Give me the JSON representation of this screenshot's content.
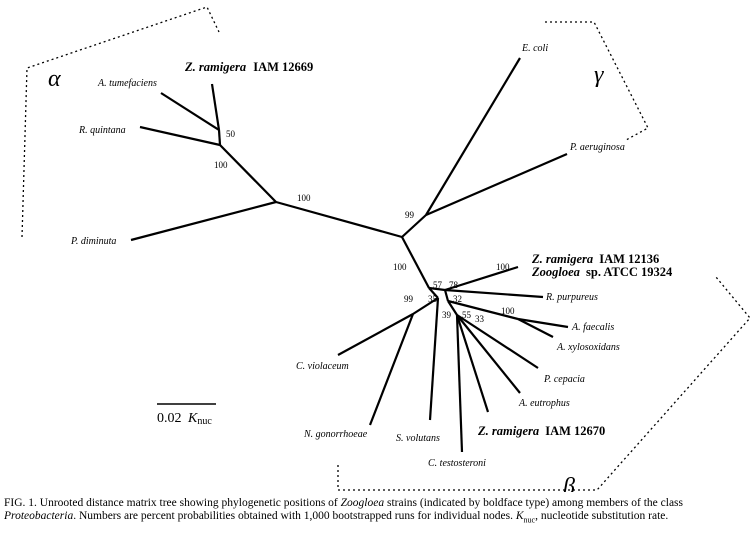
{
  "figure": {
    "taxa": {
      "z_ramigera_12669": {
        "species": "Z. ramigera",
        "strain": "IAM 12669"
      },
      "a_tumefaciens": "A. tumefaciens",
      "r_quintana": "R. quintana",
      "p_diminuta": "P. diminuta",
      "e_coli": "E. coli",
      "p_aeruginosa": "P. aeruginosa",
      "z_ramigera_12136": {
        "species": "Z. ramigera",
        "strain": "IAM 12136"
      },
      "zoogloea_19324": {
        "species": "Zoogloea",
        "strain": "sp. ATCC 19324"
      },
      "r_purpureus": "R. purpureus",
      "a_faecalis": "A. faecalis",
      "a_xylosoxidans": "A. xylosoxidans",
      "p_cepacia": "P. cepacia",
      "a_eutrophus": "A. eutrophus",
      "z_ramigera_12670": {
        "species": "Z. ramigera",
        "strain": "IAM 12670"
      },
      "c_testosteroni": "C. testosteroni",
      "s_volutans": "S. volutans",
      "n_gonorrhoeae": "N. gonorrhoeae",
      "c_violaceum": "C. violaceum"
    },
    "bootstrap": {
      "alpha_50": "50",
      "alpha_100_inner": "100",
      "alpha_100_stem": "100",
      "gamma_99": "99",
      "beta_100_stem": "100",
      "n57": "57",
      "n78": "78",
      "n100_zoogloea": "100",
      "n32": "32",
      "n35": "35",
      "n99": "99",
      "n39": "39",
      "n55": "55",
      "n33": "33",
      "n100_alcaligenes": "100"
    },
    "groups": {
      "alpha": "α",
      "gamma": "γ",
      "beta": "β"
    },
    "scale_bar": {
      "value": "0.02",
      "unit": "K",
      "unit_sub": "nuc"
    }
  },
  "caption": {
    "label": "FIG. 1.",
    "t1": "Unrooted distance matrix tree showing phylogenetic positions of",
    "i1": "Zoogloea",
    "t2": "strains (indicated by boldface type) among members of the class",
    "i2": "Proteobacteria",
    "t3": ". Numbers are percent probabilities obtained with 1,000 bootstrapped runs for individual nodes.",
    "i3": "K",
    "sub": "nuc",
    "t4": ", nucleotide substitution rate."
  }
}
